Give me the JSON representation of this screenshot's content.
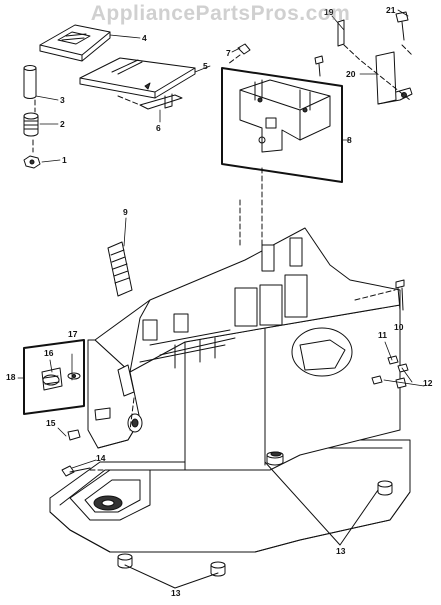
{
  "watermark": "AppliancePartsPros.com",
  "callouts": {
    "c1": "1",
    "c2": "2",
    "c3": "3",
    "c4": "4",
    "c5": "5",
    "c6": "6",
    "c7": "7",
    "c8": "8",
    "c9": "9",
    "c10": "10",
    "c11": "11",
    "c12": "12",
    "c13a": "13",
    "c13b": "13",
    "c14": "14",
    "c15": "15",
    "c16": "16",
    "c17": "17",
    "c18": "18",
    "c19": "19",
    "c20": "20",
    "c21": "21"
  },
  "colors": {
    "line": "#111111",
    "watermark": "#969696"
  }
}
